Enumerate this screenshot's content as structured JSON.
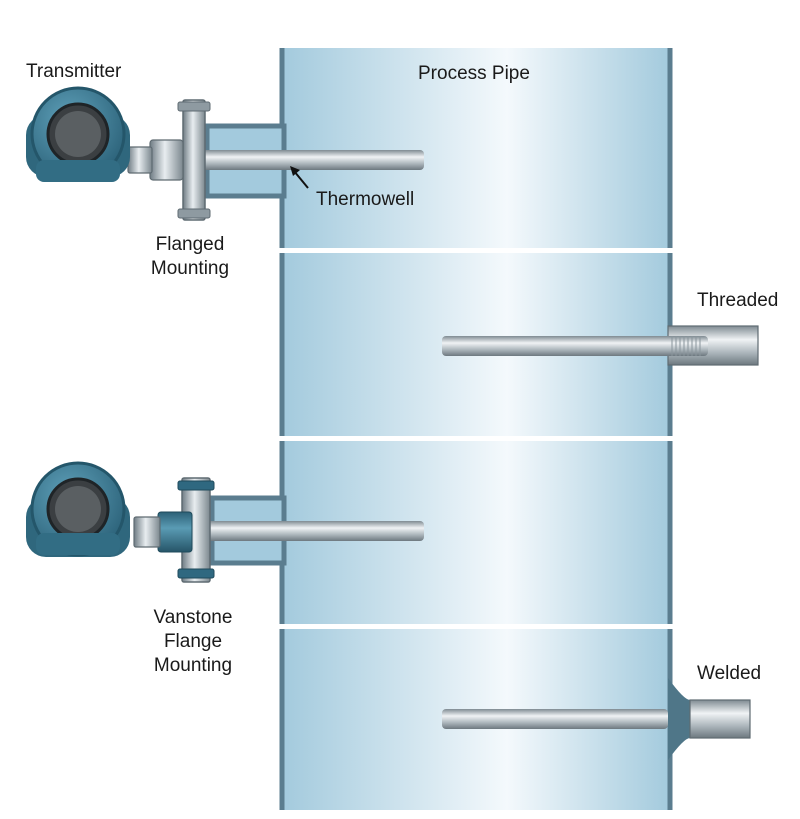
{
  "labels": {
    "transmitter": "Transmitter",
    "process_pipe": "Process Pipe",
    "thermowell": "Thermowell",
    "flanged_line1": "Flanged",
    "flanged_line2": "Mounting",
    "threaded": "Threaded",
    "vanstone_line1": "Vanstone",
    "vanstone_line2": "Flange",
    "vanstone_line3": "Mounting",
    "welded": "Welded"
  },
  "colors": {
    "pipe_wall": "#5b7d8f",
    "pipe_fill_edge": "#a9cfe2",
    "pipe_fill_center": "#f4f9fc",
    "transmitter_body": "#3d7f99",
    "transmitter_dark": "#2a5d71",
    "flange_steel": "#9aa6ad",
    "vanstone_collar": "#3b7a93"
  }
}
